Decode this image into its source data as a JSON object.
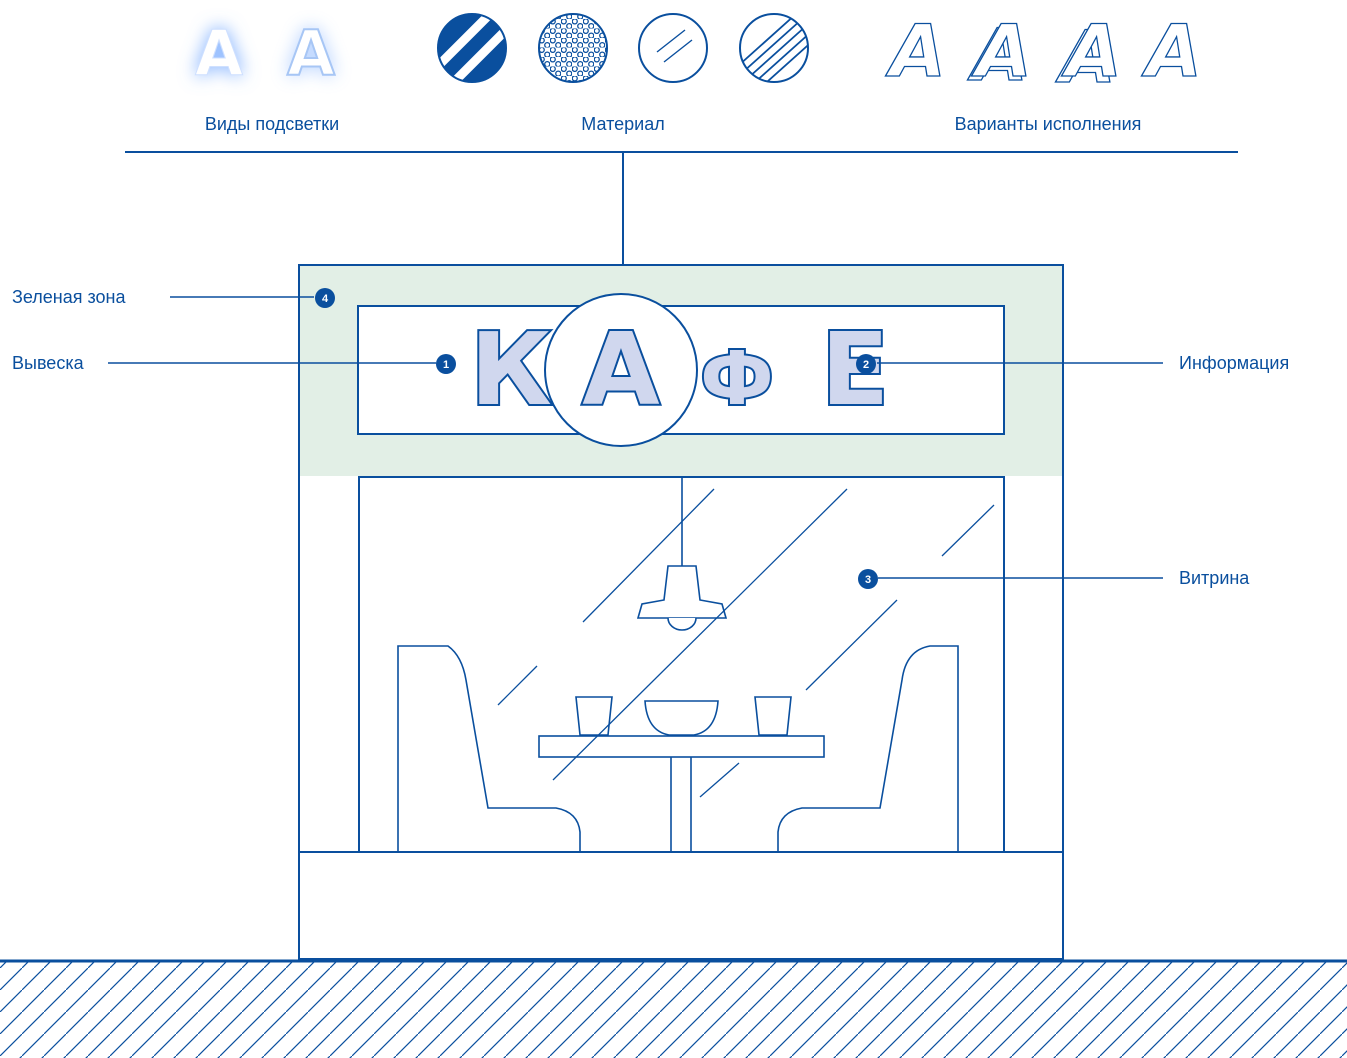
{
  "colors": {
    "line": "#0a4f9e",
    "green_zone": "#e2efe6",
    "letter_fill": "#d0d7ee",
    "glow": "#6fa6ff"
  },
  "categories": {
    "backlight": "Виды подсветки",
    "material": "Материал",
    "execution": "Варианты исполнения"
  },
  "backlight_letters": [
    "A",
    "A"
  ],
  "execution_letters": [
    "A",
    "A",
    "A",
    "A"
  ],
  "sign_letters": [
    "К",
    "А",
    "Ф",
    "Е"
  ],
  "callouts": {
    "green_zone": {
      "number": "4",
      "label": "Зеленая зона"
    },
    "sign": {
      "number": "1",
      "label": "Вывеска"
    },
    "info": {
      "number": "2",
      "label": "Информация"
    },
    "window": {
      "number": "3",
      "label": "Витрина"
    }
  },
  "icons": {
    "material_1": "diagonal-stripes-circle-icon",
    "material_2": "honeycomb-mesh-circle-icon",
    "material_3": "glass-circle-icon",
    "material_4": "multi-stripe-circle-icon"
  }
}
